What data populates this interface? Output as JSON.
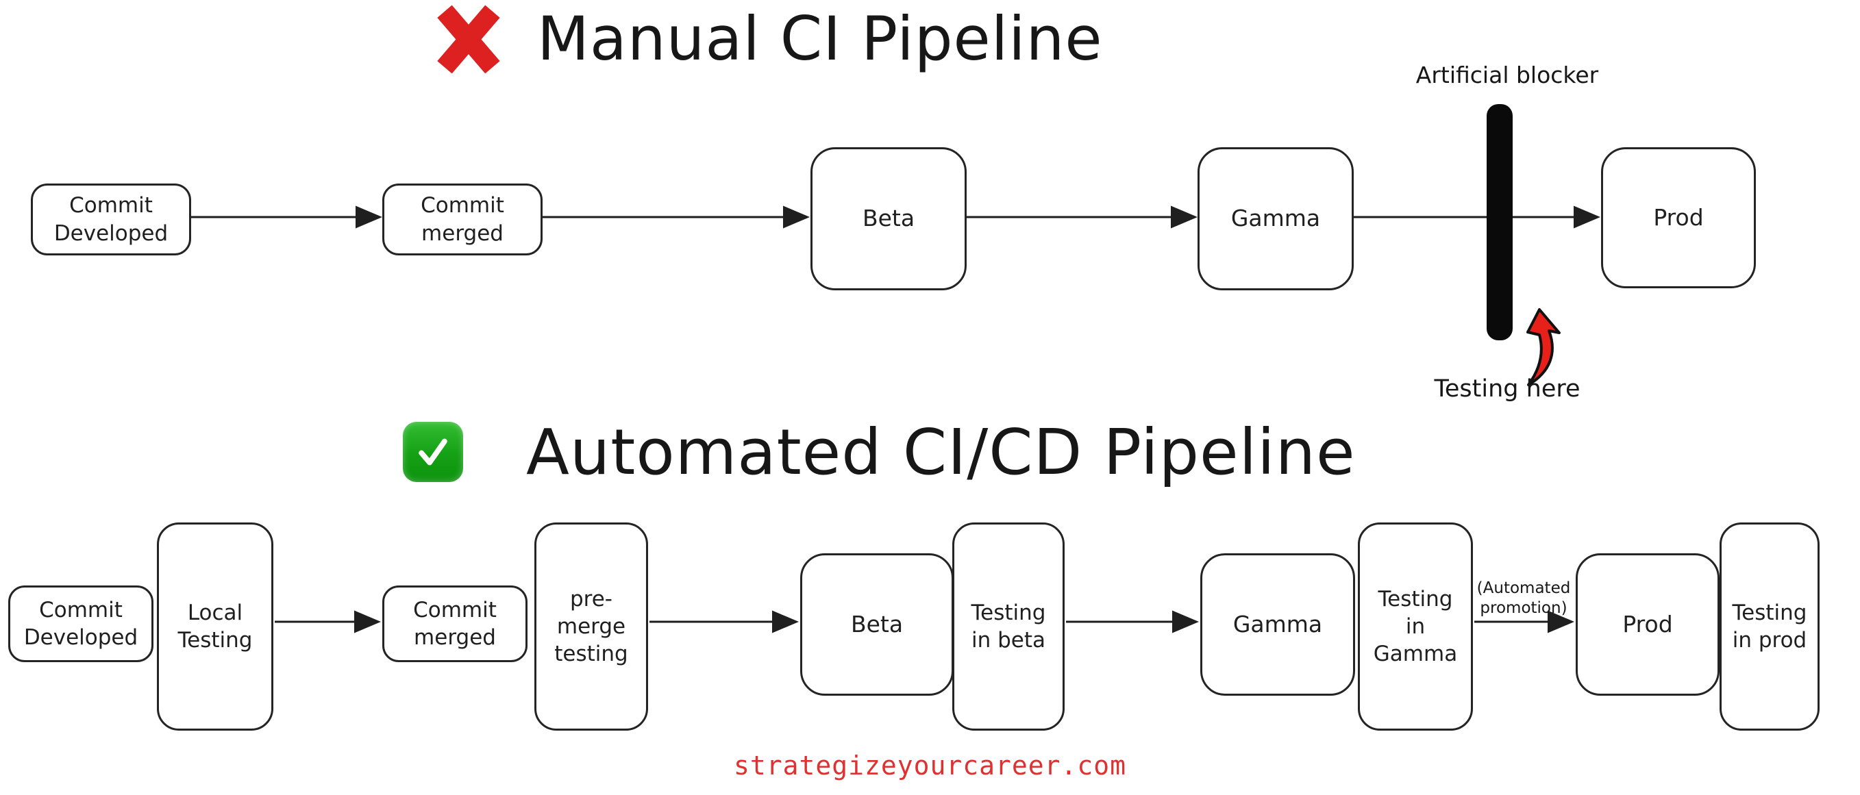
{
  "page": {
    "footer": "strategizeyourcareer.com"
  },
  "colors": {
    "stroke": "#1f1f1f",
    "cross_red": "#dd2020",
    "check_green": "#14a014",
    "annotation_arrow_red": "#e8201a",
    "footer_red": "#e03131",
    "blocker_black": "#0a0a0a"
  },
  "icons": [
    {
      "name": "cross-mark-icon",
      "meaning": "rejected / manual pipeline"
    },
    {
      "name": "check-mark-icon",
      "meaning": "approved / automated pipeline"
    }
  ],
  "manual_pipeline": {
    "title": "Manual CI Pipeline",
    "nodes": [
      {
        "label": "Commit\nDeveloped"
      },
      {
        "label": "Commit\nmerged"
      },
      {
        "label": "Beta"
      },
      {
        "label": "Gamma"
      },
      {
        "label": "Prod"
      }
    ],
    "blocker": {
      "label": "Artificial blocker",
      "annotation": "Testing here"
    }
  },
  "automated_pipeline": {
    "title": "Automated CI/CD Pipeline",
    "stages": [
      {
        "stage": "Commit\nDeveloped",
        "test": "Local\nTesting"
      },
      {
        "stage": "Commit\nmerged",
        "test": "pre-\nmerge\ntesting"
      },
      {
        "stage": "Beta",
        "test": "Testing\nin beta"
      },
      {
        "stage": "Gamma",
        "test": "Testing\nin\nGamma"
      },
      {
        "stage": "Prod",
        "test": "Testing\nin prod"
      }
    ],
    "promotion_label": "(Automated\npromotion)"
  }
}
